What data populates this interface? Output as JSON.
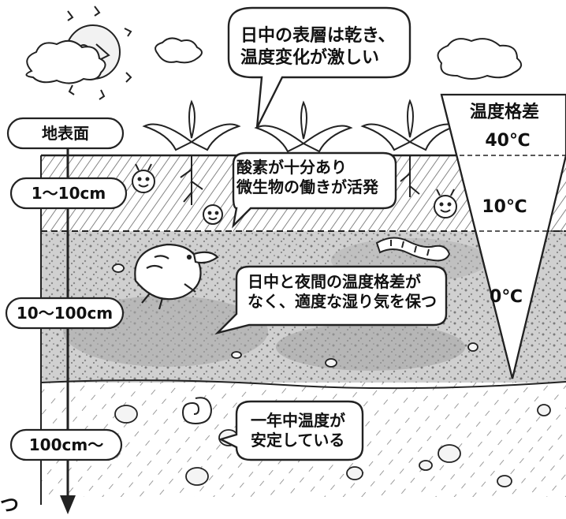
{
  "colors": {
    "ink": "#1a1a1a",
    "soil_dark": "#9a9a9a",
    "soil_mid": "#c9c9c9",
    "paper": "#ffffff"
  },
  "depth_labels": {
    "surface": "地表面",
    "shallow": "1～10cm",
    "middle": "10～100cm",
    "deep": "100cm～"
  },
  "callouts": {
    "surface_line1": "日中の表層は乾き、",
    "surface_line2": "温度変化が激しい",
    "shallow_line1": "酸素が十分あり",
    "shallow_line2": "微生物の働きが活発",
    "middle_line1": "日中と夜間の温度格差が",
    "middle_line2": "なく、適度な湿り気を保つ",
    "deep_line1": "一年中温度が",
    "deep_line2": "安定している"
  },
  "temperature_scale": {
    "heading": "温度格差",
    "surface": "40℃",
    "shallow": "10℃",
    "middle": "0℃"
  },
  "page_tail": "つ",
  "icons": [
    "sun-icon",
    "cloud-icon",
    "plant-icon",
    "mole-icon",
    "earthworm-icon",
    "microbe-icon",
    "pebble-icon",
    "snail-shell-icon",
    "depth-arrow-icon"
  ]
}
